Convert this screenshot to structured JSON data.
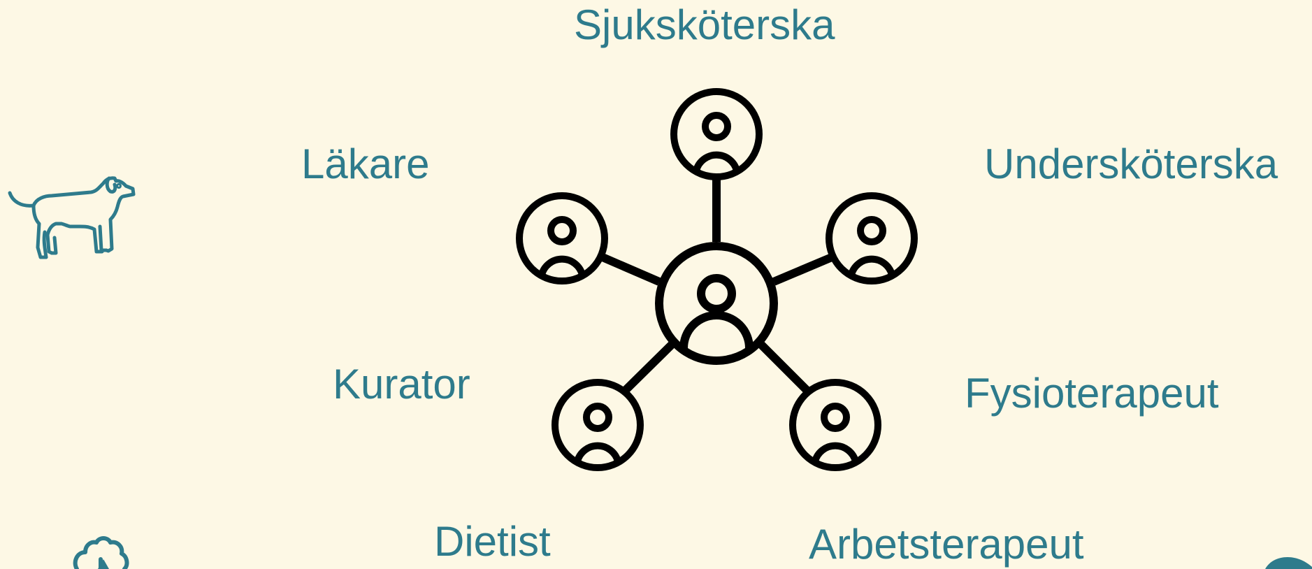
{
  "diagram": {
    "roles": [
      {
        "label": "Sjuksköterska"
      },
      {
        "label": "Läkare"
      },
      {
        "label": "Undersköterska"
      },
      {
        "label": "Kurator"
      },
      {
        "label": "Fysioterapeut"
      },
      {
        "label": "Dietist"
      },
      {
        "label": "Arbetsterapeut"
      }
    ],
    "center_icon": "person-circle-icon",
    "satellite_icon": "person-circle-icon",
    "text_color": "#2e7b8c",
    "icon_color": "#000000",
    "background_color": "#fdf8e5"
  },
  "decorations": {
    "left_icon": "dog-icon",
    "bottom_left_icon": "plant-icon"
  }
}
